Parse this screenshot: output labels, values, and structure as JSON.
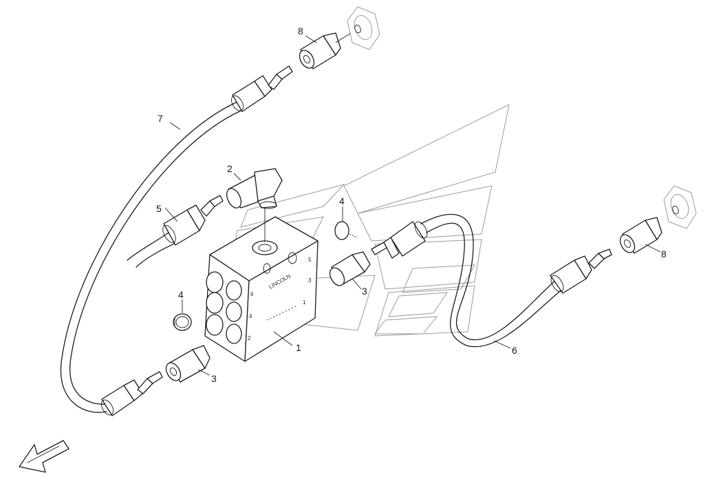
{
  "callouts": {
    "c1": "1",
    "c2": "2",
    "c3a": "3",
    "c3b": "3",
    "c4a": "4",
    "c4b": "4",
    "c5": "5",
    "c6": "6",
    "c7": "7",
    "c8a": "8",
    "c8b": "8"
  },
  "block_markings": {
    "brand": "LINCOLN",
    "outlet_6": "6",
    "outlet_4": "4",
    "outlet_2": "2",
    "outlet_5": "5",
    "outlet_3": "3",
    "outlet_1": "1"
  }
}
